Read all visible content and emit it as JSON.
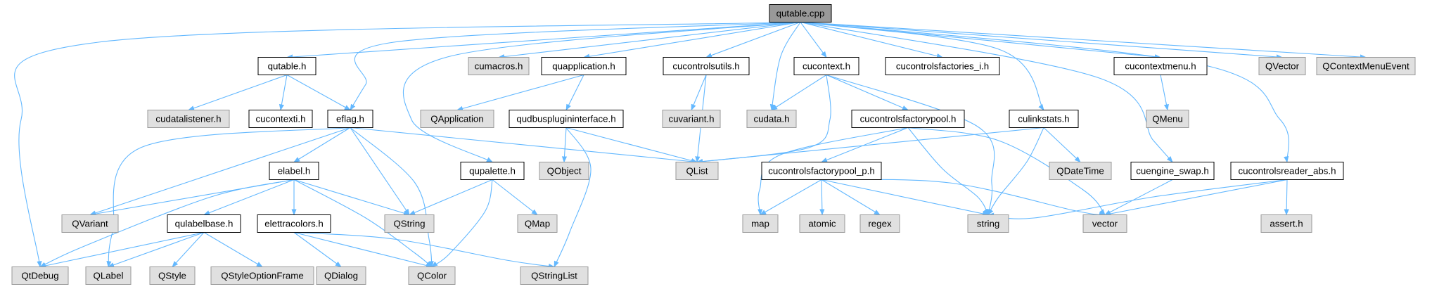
{
  "graph": {
    "title": "",
    "colors": {
      "edge": "#63b8ff",
      "root_fill": "#999999",
      "local_fill": "#ffffff",
      "local_stroke": "#000000",
      "external_fill": "#e0e0e0",
      "external_stroke": "#999999",
      "text": "#000000"
    },
    "nodes": [
      {
        "id": "qutable_cpp",
        "label": "qutable.cpp",
        "kind": "root"
      },
      {
        "id": "qutable_h",
        "label": "qutable.h",
        "kind": "local"
      },
      {
        "id": "cumacros_h",
        "label": "cumacros.h",
        "kind": "external"
      },
      {
        "id": "quapplication_h",
        "label": "quapplication.h",
        "kind": "local"
      },
      {
        "id": "cucontrolsutils_h",
        "label": "cucontrolsutils.h",
        "kind": "local"
      },
      {
        "id": "cucontext_h",
        "label": "cucontext.h",
        "kind": "local"
      },
      {
        "id": "cucontrolsfactories_i_h",
        "label": "cucontrolsfactories_i.h",
        "kind": "local"
      },
      {
        "id": "cucontextmenu_h",
        "label": "cucontextmenu.h",
        "kind": "local"
      },
      {
        "id": "QVector",
        "label": "QVector",
        "kind": "external"
      },
      {
        "id": "QContextMenuEvent",
        "label": "QContextMenuEvent",
        "kind": "external"
      },
      {
        "id": "cudatalistener_h",
        "label": "cudatalistener.h",
        "kind": "external"
      },
      {
        "id": "cucontexti_h",
        "label": "cucontexti.h",
        "kind": "local"
      },
      {
        "id": "eflag_h",
        "label": "eflag.h",
        "kind": "local"
      },
      {
        "id": "QApplication",
        "label": "QApplication",
        "kind": "external"
      },
      {
        "id": "qudbusplugininterface_h",
        "label": "qudbusplugininterface.h",
        "kind": "local"
      },
      {
        "id": "cuvariant_h",
        "label": "cuvariant.h",
        "kind": "external"
      },
      {
        "id": "cudata_h",
        "label": "cudata.h",
        "kind": "external"
      },
      {
        "id": "cucontrolsfactorypool_h",
        "label": "cucontrolsfactorypool.h",
        "kind": "local"
      },
      {
        "id": "culinkstats_h",
        "label": "culinkstats.h",
        "kind": "local"
      },
      {
        "id": "QMenu",
        "label": "QMenu",
        "kind": "external"
      },
      {
        "id": "elabel_h",
        "label": "elabel.h",
        "kind": "local"
      },
      {
        "id": "qupalette_h",
        "label": "qupalette.h",
        "kind": "local"
      },
      {
        "id": "QObject",
        "label": "QObject",
        "kind": "external"
      },
      {
        "id": "QList",
        "label": "QList",
        "kind": "external"
      },
      {
        "id": "cucontrolsfactorypool_p_h",
        "label": "cucontrolsfactorypool_p.h",
        "kind": "local"
      },
      {
        "id": "QDateTime",
        "label": "QDateTime",
        "kind": "external"
      },
      {
        "id": "cuengine_swap_h",
        "label": "cuengine_swap.h",
        "kind": "local"
      },
      {
        "id": "cucontrolsreader_abs_h",
        "label": "cucontrolsreader_abs.h",
        "kind": "local"
      },
      {
        "id": "QVariant",
        "label": "QVariant",
        "kind": "external"
      },
      {
        "id": "qulabelbase_h",
        "label": "qulabelbase.h",
        "kind": "local"
      },
      {
        "id": "elettracolors_h",
        "label": "elettracolors.h",
        "kind": "local"
      },
      {
        "id": "QString",
        "label": "QString",
        "kind": "external"
      },
      {
        "id": "QMap",
        "label": "QMap",
        "kind": "external"
      },
      {
        "id": "map",
        "label": "map",
        "kind": "external"
      },
      {
        "id": "atomic",
        "label": "atomic",
        "kind": "external"
      },
      {
        "id": "regex",
        "label": "regex",
        "kind": "external"
      },
      {
        "id": "string",
        "label": "string",
        "kind": "external"
      },
      {
        "id": "vector",
        "label": "vector",
        "kind": "external"
      },
      {
        "id": "assert_h",
        "label": "assert.h",
        "kind": "external"
      },
      {
        "id": "QtDebug",
        "label": "QtDebug",
        "kind": "external"
      },
      {
        "id": "QLabel",
        "label": "QLabel",
        "kind": "external"
      },
      {
        "id": "QStyle",
        "label": "QStyle",
        "kind": "external"
      },
      {
        "id": "QStyleOptionFrame",
        "label": "QStyleOptionFrame",
        "kind": "external"
      },
      {
        "id": "QDialog",
        "label": "QDialog",
        "kind": "external"
      },
      {
        "id": "QColor",
        "label": "QColor",
        "kind": "external"
      },
      {
        "id": "QStringList",
        "label": "QStringList",
        "kind": "external"
      }
    ],
    "edges": [
      [
        "qutable_cpp",
        "qutable_h"
      ],
      [
        "qutable_cpp",
        "cumacros_h"
      ],
      [
        "qutable_cpp",
        "quapplication_h"
      ],
      [
        "qutable_cpp",
        "cucontrolsutils_h"
      ],
      [
        "qutable_cpp",
        "cucontext_h"
      ],
      [
        "qutable_cpp",
        "cucontrolsfactories_i_h"
      ],
      [
        "qutable_cpp",
        "cucontextmenu_h"
      ],
      [
        "qutable_cpp",
        "QVector"
      ],
      [
        "qutable_cpp",
        "QContextMenuEvent"
      ],
      [
        "qutable_cpp",
        "eflag_h"
      ],
      [
        "qutable_cpp",
        "cudata_h"
      ],
      [
        "qutable_cpp",
        "culinkstats_h"
      ],
      [
        "qutable_cpp",
        "qupalette_h"
      ],
      [
        "qutable_cpp",
        "cuengine_swap_h"
      ],
      [
        "qutable_cpp",
        "cucontrolsreader_abs_h"
      ],
      [
        "qutable_cpp",
        "QtDebug"
      ],
      [
        "qutable_h",
        "cudatalistener_h"
      ],
      [
        "qutable_h",
        "cucontexti_h"
      ],
      [
        "qutable_h",
        "eflag_h"
      ],
      [
        "quapplication_h",
        "QApplication"
      ],
      [
        "quapplication_h",
        "qudbusplugininterface_h"
      ],
      [
        "cucontrolsutils_h",
        "cuvariant_h"
      ],
      [
        "cucontrolsutils_h",
        "QList"
      ],
      [
        "cucontext_h",
        "cudata_h"
      ],
      [
        "cucontext_h",
        "cucontrolsfactorypool_h"
      ],
      [
        "cucontext_h",
        "QList"
      ],
      [
        "cucontext_h",
        "string"
      ],
      [
        "cucontextmenu_h",
        "QMenu"
      ],
      [
        "eflag_h",
        "elabel_h"
      ],
      [
        "eflag_h",
        "QVariant"
      ],
      [
        "eflag_h",
        "QString"
      ],
      [
        "eflag_h",
        "QColor"
      ],
      [
        "eflag_h",
        "QList"
      ],
      [
        "eflag_h",
        "QLabel"
      ],
      [
        "qudbusplugininterface_h",
        "QObject"
      ],
      [
        "qudbusplugininterface_h",
        "QList"
      ],
      [
        "qudbusplugininterface_h",
        "QStringList"
      ],
      [
        "cucontrolsfactorypool_h",
        "cucontrolsfactorypool_p_h"
      ],
      [
        "cucontrolsfactorypool_h",
        "map"
      ],
      [
        "cucontrolsfactorypool_h",
        "string"
      ],
      [
        "cucontrolsfactorypool_h",
        "vector"
      ],
      [
        "culinkstats_h",
        "QDateTime"
      ],
      [
        "culinkstats_h",
        "QList"
      ],
      [
        "culinkstats_h",
        "string"
      ],
      [
        "elabel_h",
        "QVariant"
      ],
      [
        "elabel_h",
        "qulabelbase_h"
      ],
      [
        "elabel_h",
        "elettracolors_h"
      ],
      [
        "elabel_h",
        "QString"
      ],
      [
        "elabel_h",
        "QColor"
      ],
      [
        "elabel_h",
        "QtDebug"
      ],
      [
        "qupalette_h",
        "QString"
      ],
      [
        "qupalette_h",
        "QMap"
      ],
      [
        "qupalette_h",
        "QColor"
      ],
      [
        "cucontrolsfactorypool_p_h",
        "map"
      ],
      [
        "cucontrolsfactorypool_p_h",
        "atomic"
      ],
      [
        "cucontrolsfactorypool_p_h",
        "regex"
      ],
      [
        "cucontrolsfactorypool_p_h",
        "string"
      ],
      [
        "cucontrolsfactorypool_p_h",
        "vector"
      ],
      [
        "cuengine_swap_h",
        "vector"
      ],
      [
        "cucontrolsreader_abs_h",
        "string"
      ],
      [
        "cucontrolsreader_abs_h",
        "vector"
      ],
      [
        "cucontrolsreader_abs_h",
        "assert_h"
      ],
      [
        "qulabelbase_h",
        "QtDebug"
      ],
      [
        "qulabelbase_h",
        "QLabel"
      ],
      [
        "qulabelbase_h",
        "QStyle"
      ],
      [
        "qulabelbase_h",
        "QStyleOptionFrame"
      ],
      [
        "elettracolors_h",
        "QDialog"
      ],
      [
        "elettracolors_h",
        "QColor"
      ],
      [
        "elettracolors_h",
        "QStringList"
      ]
    ]
  }
}
